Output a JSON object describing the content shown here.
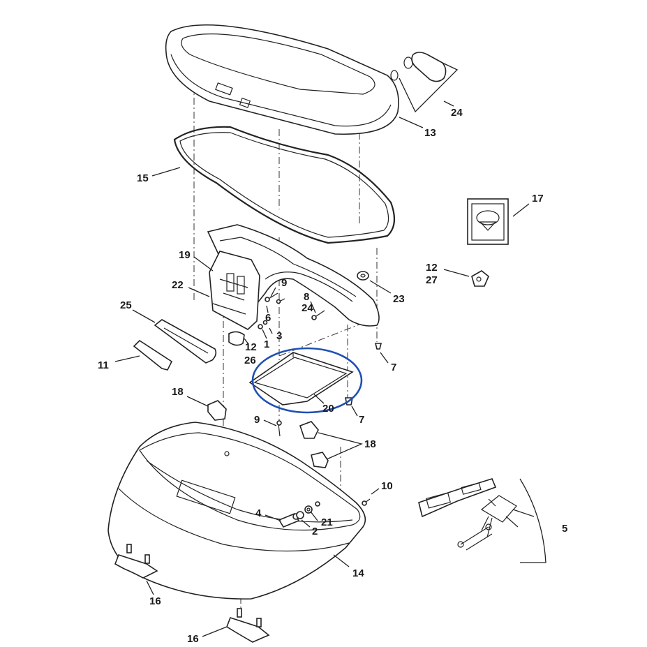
{
  "labels": [
    {
      "id": "24a",
      "text": "24"
    },
    {
      "id": "13",
      "text": "13"
    },
    {
      "id": "15",
      "text": "15"
    },
    {
      "id": "17",
      "text": "17"
    },
    {
      "id": "19",
      "text": "19"
    },
    {
      "id": "12a",
      "text": "12"
    },
    {
      "id": "27",
      "text": "27"
    },
    {
      "id": "22",
      "text": "22"
    },
    {
      "id": "9a",
      "text": "9"
    },
    {
      "id": "23",
      "text": "23"
    },
    {
      "id": "25",
      "text": "25"
    },
    {
      "id": "8",
      "text": "8"
    },
    {
      "id": "24b",
      "text": "24"
    },
    {
      "id": "6",
      "text": "6"
    },
    {
      "id": "3",
      "text": "3"
    },
    {
      "id": "1",
      "text": "1"
    },
    {
      "id": "12b",
      "text": "12"
    },
    {
      "id": "26",
      "text": "26"
    },
    {
      "id": "11",
      "text": "11"
    },
    {
      "id": "7a",
      "text": "7"
    },
    {
      "id": "20",
      "text": "20"
    },
    {
      "id": "18a",
      "text": "18"
    },
    {
      "id": "7b",
      "text": "7"
    },
    {
      "id": "9b",
      "text": "9"
    },
    {
      "id": "18b",
      "text": "18"
    },
    {
      "id": "10",
      "text": "10"
    },
    {
      "id": "4",
      "text": "4"
    },
    {
      "id": "2",
      "text": "2"
    },
    {
      "id": "21",
      "text": "21"
    },
    {
      "id": "5",
      "text": "5"
    },
    {
      "id": "14",
      "text": "14"
    },
    {
      "id": "16a",
      "text": "16"
    },
    {
      "id": "16b",
      "text": "16"
    }
  ],
  "highlight": {
    "part": "20",
    "color": "#1f4fb3"
  }
}
